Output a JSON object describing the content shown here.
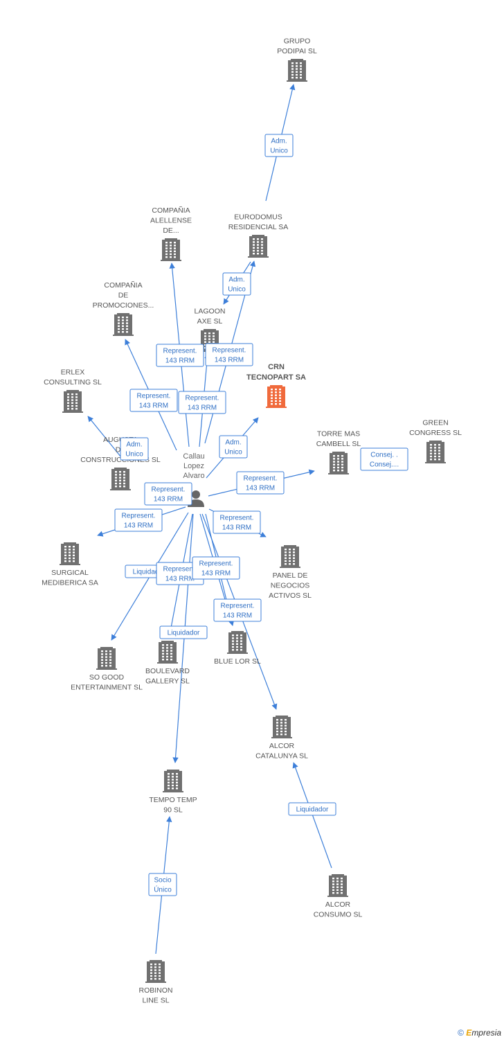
{
  "colors": {
    "edge": "#3d7fd9",
    "building": "#707070",
    "focus_building": "#f06a3c",
    "label": "#555555"
  },
  "person": {
    "id": "person",
    "lines": [
      "Callau",
      "Lopez",
      "Alvaro"
    ],
    "icon": "person-icon"
  },
  "nodes": [
    {
      "id": "grupo",
      "lines": [
        "GRUPO",
        "PODIPAI SL"
      ]
    },
    {
      "id": "eurodomus",
      "lines": [
        "EURODOMUS",
        "RESIDENCIAL SA"
      ]
    },
    {
      "id": "alellense",
      "lines": [
        "COMPAÑIA",
        "ALELLENSE",
        "DE..."
      ]
    },
    {
      "id": "promociones",
      "lines": [
        "COMPAÑIA",
        "DE",
        "PROMOCIONES..."
      ]
    },
    {
      "id": "lagoon",
      "lines": [
        "LAGOON",
        "AXE SL"
      ]
    },
    {
      "id": "crn",
      "lines": [
        "CRN",
        "TECNOPART SA"
      ],
      "focus": true
    },
    {
      "id": "erlex",
      "lines": [
        "ERLEX",
        "CONSULTING SL"
      ]
    },
    {
      "id": "augusta",
      "lines": [
        "AUGUSTA",
        "DE",
        "CONSTRUCCIONES SL"
      ]
    },
    {
      "id": "torremas",
      "lines": [
        "TORRE MAS",
        "CAMBELL SL"
      ]
    },
    {
      "id": "green",
      "lines": [
        "GREEN",
        "CONGRESS SL"
      ]
    },
    {
      "id": "surgical",
      "lines": [
        "SURGICAL",
        "MEDIBERICA SA"
      ]
    },
    {
      "id": "panel",
      "lines": [
        "PANEL DE",
        "NEGOCIOS",
        "ACTIVOS SL"
      ]
    },
    {
      "id": "sogood",
      "lines": [
        "SO GOOD",
        "ENTERTAINMENT SL"
      ]
    },
    {
      "id": "boulevard",
      "lines": [
        "BOULEVARD",
        "GALLERY SL"
      ]
    },
    {
      "id": "bluelor",
      "lines": [
        "BLUE LOR SL"
      ]
    },
    {
      "id": "alcorcat",
      "lines": [
        "ALCOR",
        "CATALUNYA SL"
      ]
    },
    {
      "id": "tempo",
      "lines": [
        "TEMPO TEMP",
        "90 SL"
      ]
    },
    {
      "id": "alcorconsumo",
      "lines": [
        "ALCOR",
        "CONSUMO SL"
      ]
    },
    {
      "id": "robinon",
      "lines": [
        "ROBINON",
        "LINE SL"
      ]
    }
  ],
  "edges": [
    {
      "from": "eurodomus",
      "to": "grupo",
      "label": [
        "Adm.",
        "Unico"
      ]
    },
    {
      "from": "person",
      "to": "alellense",
      "label": [
        "Represent.",
        "143 RRM"
      ]
    },
    {
      "from": "person",
      "to": "eurodomus",
      "label": [
        "Represent.",
        "143 RRM"
      ]
    },
    {
      "from": "eurodomus",
      "to": "lagoon",
      "label": [
        "Adm.",
        "Unico"
      ]
    },
    {
      "from": "person",
      "to": "promociones",
      "label": [
        "Represent.",
        "143 RRM"
      ]
    },
    {
      "from": "person",
      "to": "lagoon",
      "label": [
        "Represent.",
        "143 RRM"
      ]
    },
    {
      "from": "person",
      "to": "crn",
      "label": [
        "Adm.",
        "Unico"
      ]
    },
    {
      "from": "person",
      "to": "erlex",
      "label": [
        "Adm.",
        "Unico"
      ]
    },
    {
      "from": "person",
      "to": "augusta",
      "label": [
        "Represent.",
        "143 RRM"
      ]
    },
    {
      "from": "person",
      "to": "torremas",
      "label": [
        "Represent.",
        "143 RRM"
      ]
    },
    {
      "from": "green",
      "to": "torremas",
      "label": [
        "Consej. .",
        "Consej...."
      ]
    },
    {
      "from": "person",
      "to": "surgical",
      "label": [
        "Represent.",
        "143 RRM"
      ]
    },
    {
      "from": "person",
      "to": "panel",
      "label": [
        "Represent.",
        "143 RRM"
      ]
    },
    {
      "from": "person",
      "to": "sogood",
      "label": [
        "Liquidador"
      ]
    },
    {
      "from": "person",
      "to": "boulevard",
      "label": [
        "Represent.",
        "143 RRM"
      ]
    },
    {
      "from": "person",
      "to": "bluelor",
      "label": [
        "Represent.",
        "143 RRM"
      ]
    },
    {
      "from": "person",
      "to": "bluelor",
      "label": [
        "Represent.",
        "143 RRM"
      ]
    },
    {
      "from": "person",
      "to": "tempo",
      "label": [
        "Liquidador"
      ]
    },
    {
      "from": "person",
      "to": "alcorcat",
      "label": []
    },
    {
      "from": "alcorconsumo",
      "to": "alcorcat",
      "label": [
        "Liquidador"
      ]
    },
    {
      "from": "robinon",
      "to": "tempo",
      "label": [
        "Socio",
        "Único"
      ]
    }
  ],
  "footer": {
    "copyright": "©",
    "brand_first": "E",
    "brand_rest": "mpresia"
  }
}
